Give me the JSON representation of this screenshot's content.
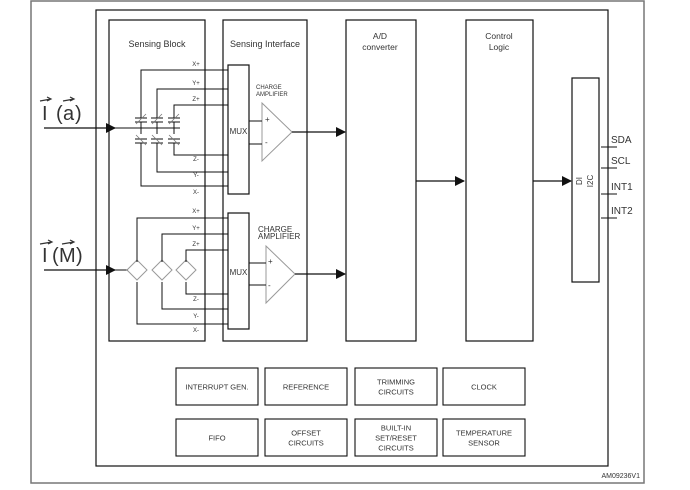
{
  "diagram": {
    "inputs": {
      "accel": {
        "symbol": "I",
        "arg": "a"
      },
      "mag": {
        "symbol": "I",
        "arg": "M"
      }
    },
    "blocks": {
      "sensing_block": "Sensing Block",
      "sensing_interface": "Sensing Interface",
      "adc_line1": "A/D",
      "adc_line2": "converter",
      "control_line1": "Control",
      "control_line2": "Logic",
      "di": "DI",
      "i2c": "I2C"
    },
    "mux_label": "MUX",
    "charge_amp_line1": "CHARGE",
    "charge_amp_line2": "AMPLIFIER",
    "amp_plus": "+",
    "amp_minus": "-",
    "channels_top": [
      "X+",
      "Y+",
      "Z+"
    ],
    "channels_bottom": [
      "Z-",
      "Y-",
      "X-"
    ],
    "pins": [
      "SDA",
      "SCL",
      "INT1",
      "INT2"
    ],
    "aux_blocks_row1": [
      {
        "lines": [
          "INTERRUPT GEN."
        ]
      },
      {
        "lines": [
          "REFERENCE"
        ]
      },
      {
        "lines": [
          "TRIMMING",
          "CIRCUITS"
        ]
      },
      {
        "lines": [
          "CLOCK"
        ]
      }
    ],
    "aux_blocks_row2": [
      {
        "lines": [
          "FIFO"
        ]
      },
      {
        "lines": [
          "OFFSET",
          "CIRCUITS"
        ]
      },
      {
        "lines": [
          "BUILT-IN",
          "SET/RESET",
          "CIRCUITS"
        ]
      },
      {
        "lines": [
          "TEMPERATURE",
          "SENSOR"
        ]
      }
    ],
    "figure_id": "AM09236V1"
  }
}
